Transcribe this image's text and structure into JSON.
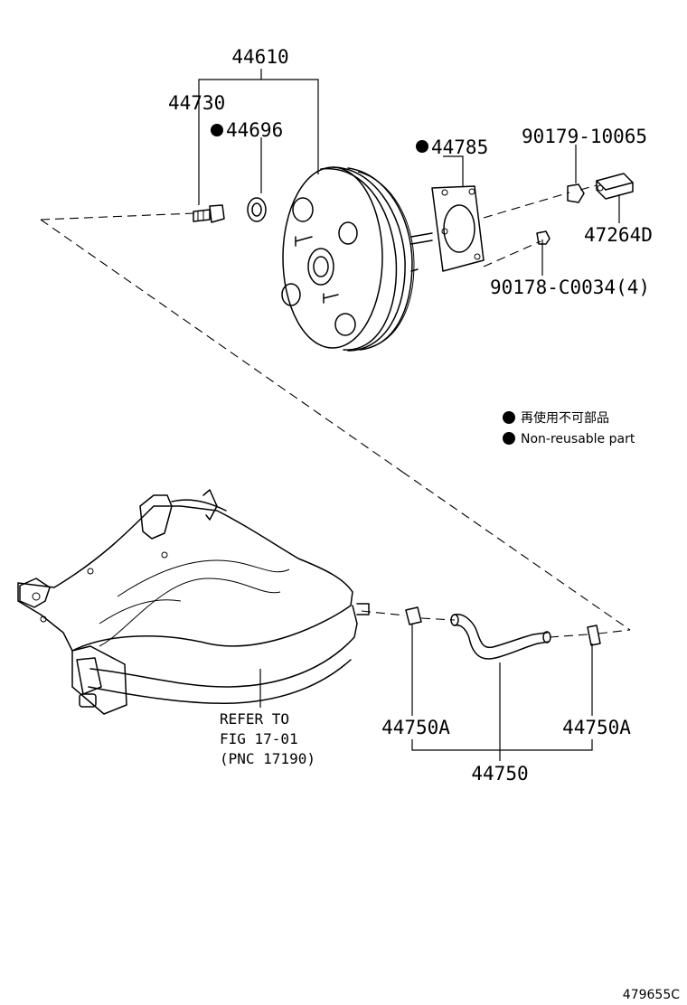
{
  "parts": {
    "p44610": "44610",
    "p44730": "44730",
    "p44696": "44696",
    "p44785": "44785",
    "p90179": "90179-10065",
    "p47264d": "47264D",
    "p90178": "90178-C0034(4)",
    "p44750a_left": "44750A",
    "p44750a_right": "44750A",
    "p44750": "44750"
  },
  "refer": {
    "line1": "REFER TO",
    "line2": "FIG 17-01",
    "line3": "(PNC 17190)"
  },
  "legend": {
    "japanese": "再使用不可部品",
    "english": "Non-reusable part"
  },
  "figure_id": "479655C"
}
